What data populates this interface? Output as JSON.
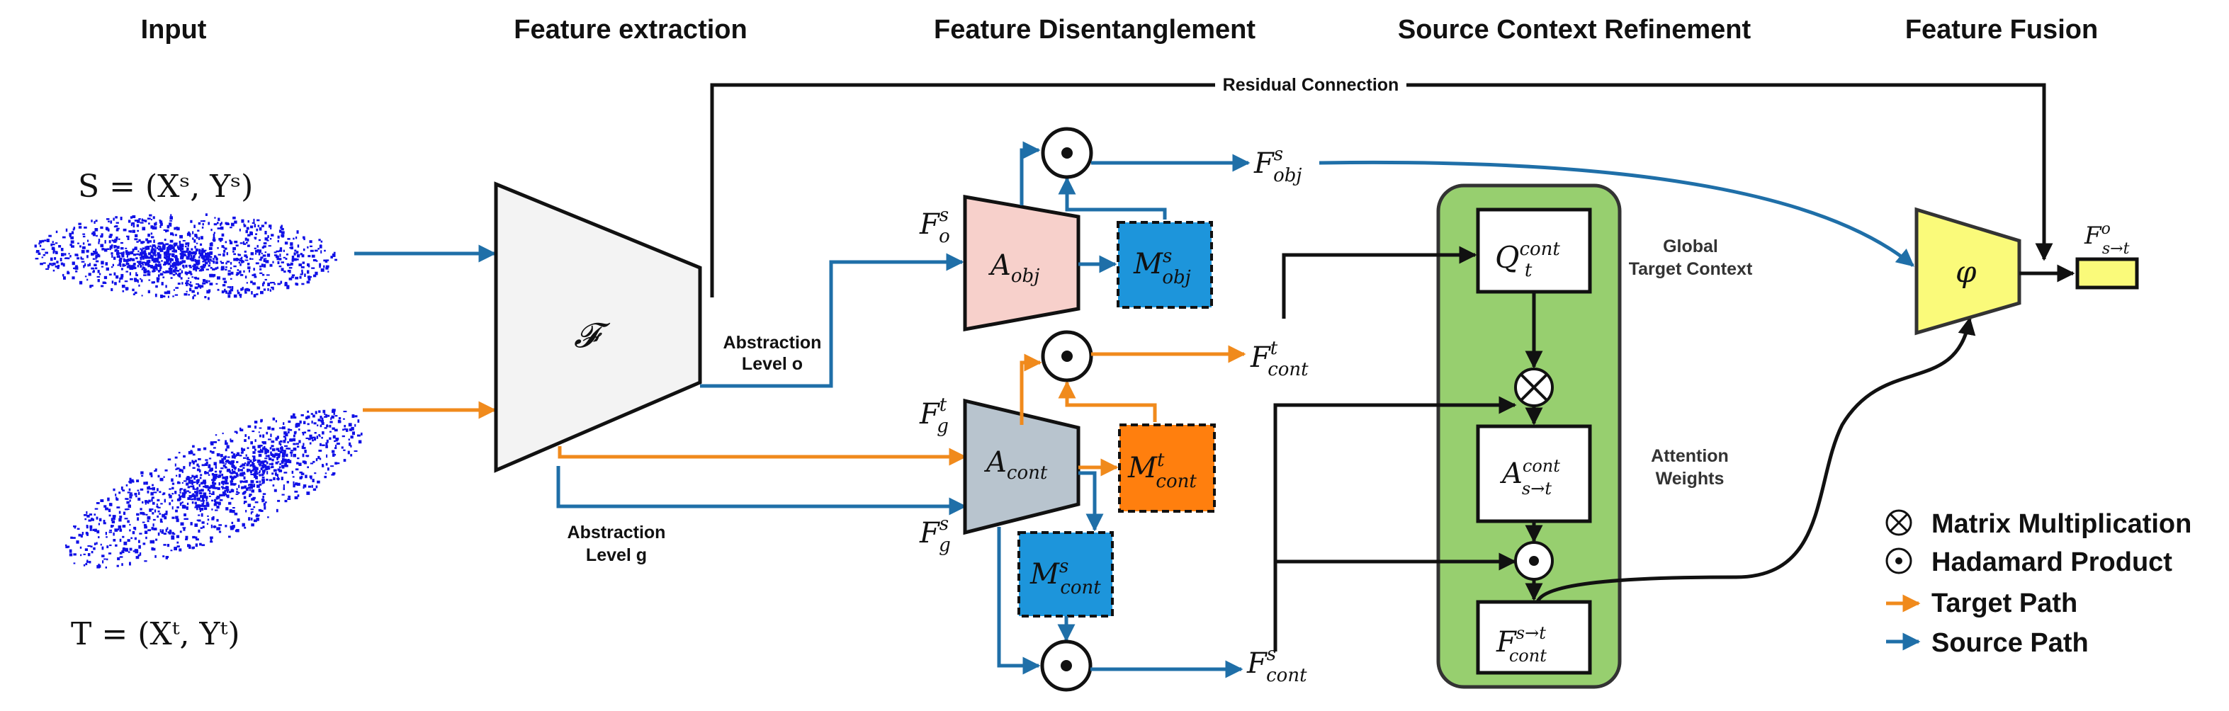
{
  "headers": {
    "input": "Input",
    "feature_extraction": "Feature extraction",
    "feature_disentanglement": "Feature Disentanglement",
    "source_context_refinement": "Source Context Refinement",
    "feature_fusion": "Feature Fusion"
  },
  "labels": {
    "residual_connection": "Residual Connection",
    "abstraction_level_o_line1": "Abstraction",
    "abstraction_level_o_line2": "Level o",
    "abstraction_level_g_line1": "Abstraction",
    "abstraction_level_g_line2": "Level g",
    "global_target_context_line1": "Global",
    "global_target_context_line2": "Target Context",
    "attention_weights_line1": "Attention",
    "attention_weights_line2": "Weights"
  },
  "math": {
    "source_set": "S = (Xˢ, Yˢ)",
    "target_set": "T = (Xᵗ, Yᵗ)",
    "extractor": "𝓕",
    "f_o_s": "F",
    "f_o_s_sup": "s",
    "f_o_s_sub": "o",
    "f_g_t": "F",
    "f_g_t_sup": "t",
    "f_g_t_sub": "g",
    "f_g_s": "F",
    "f_g_s_sup": "s",
    "f_g_s_sub": "g",
    "a_obj": "A",
    "a_obj_sub": "obj",
    "a_cont": "A",
    "a_cont_sub": "cont",
    "m_obj_s": "M",
    "m_obj_s_sup": "s",
    "m_obj_s_sub": "obj",
    "m_cont_t": "M",
    "m_cont_t_sup": "t",
    "m_cont_t_sub": "cont",
    "m_cont_s": "M",
    "m_cont_s_sup": "s",
    "m_cont_s_sub": "cont",
    "f_obj_s": "F",
    "f_obj_s_sup": "s",
    "f_obj_s_sub": "obj",
    "f_cont_t": "F",
    "f_cont_t_sup": "t",
    "f_cont_t_sub": "cont",
    "f_cont_s": "F",
    "f_cont_s_sup": "s",
    "f_cont_s_sub": "cont",
    "q_t_cont": "Q",
    "q_t_cont_sup": "cont",
    "q_t_cont_sub": "t",
    "a_s_t_cont": "A",
    "a_s_t_cont_sup": "cont",
    "a_s_t_cont_sub": "s→t",
    "f_cont_s_t": "F",
    "f_cont_s_t_sup": "s→t",
    "f_cont_s_t_sub": "cont",
    "phi": "φ",
    "f_o_s_t": "F",
    "f_o_s_t_sup": "o",
    "f_o_s_t_sub": "s→t"
  },
  "legend": {
    "matrix_multiplication": "Matrix Multiplication",
    "hadamard_product": "Hadamard Product",
    "target_path": "Target Path",
    "source_path": "Source Path"
  },
  "colors": {
    "source_path": "#1f6fa8",
    "target_path": "#f08a1c",
    "a_obj_fill": "#f7d0cb",
    "a_cont_fill": "#b8c4ce",
    "mask_blue": "#1d95db",
    "mask_orange": "#ff7f0e",
    "refinement_green": "#97cf6f",
    "phi_yellow": "#fafa7a",
    "point_cloud": "#1010e6"
  }
}
